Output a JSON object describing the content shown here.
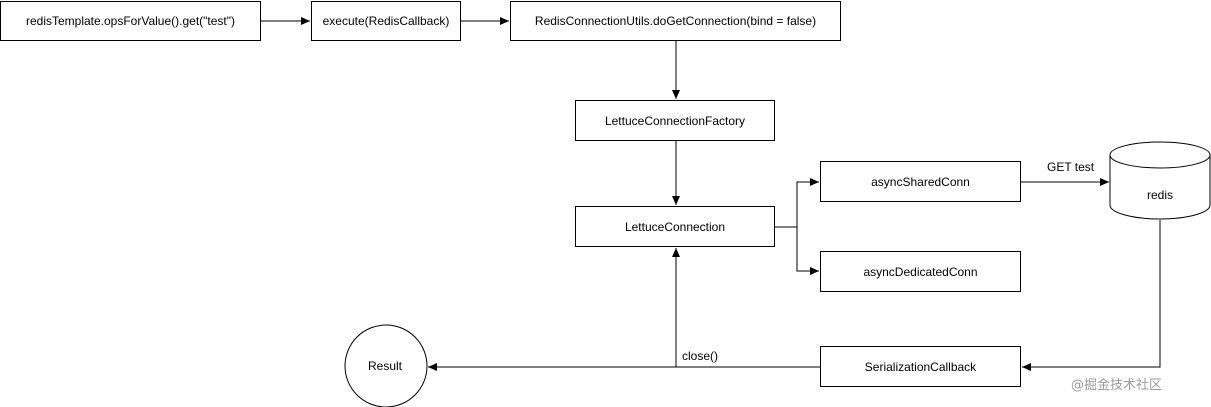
{
  "nodes": {
    "redis_template": "redisTemplate.opsForValue().get(\"test\")",
    "execute": "execute(RedisCallback)",
    "do_get_connection": "RedisConnectionUtils.doGetConnection(bind = false)",
    "lettuce_factory": "LettuceConnectionFactory",
    "lettuce_connection": "LettuceConnection",
    "async_shared": "asyncSharedConn",
    "async_dedicated": "asyncDedicatedConn",
    "redis": "redis",
    "serialization_callback": "SerializationCallback",
    "result": "Result"
  },
  "edge_labels": {
    "get_test": "GET test",
    "close": "close()"
  },
  "watermark": "@掘金技术社区",
  "colors": {
    "stroke": "#000000",
    "fill": "#ffffff",
    "watermark": "#9a9a9a"
  }
}
